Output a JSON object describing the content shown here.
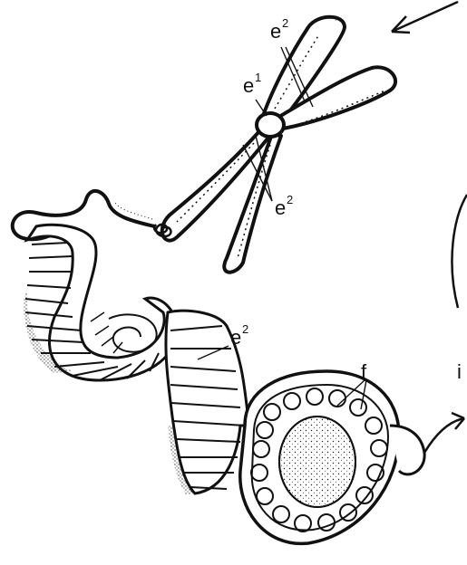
{
  "labels": {
    "e1": {
      "base": "e",
      "sup": "1"
    },
    "e2_top": {
      "base": "e",
      "sup": "2"
    },
    "e2_lower": {
      "base": "e",
      "sup": "2"
    },
    "e2_coil": {
      "base": "e",
      "sup": "2"
    },
    "f": {
      "base": "f"
    },
    "i": {
      "base": "i"
    }
  },
  "colors": {
    "ink": "#111111",
    "paper": "#ffffff"
  }
}
